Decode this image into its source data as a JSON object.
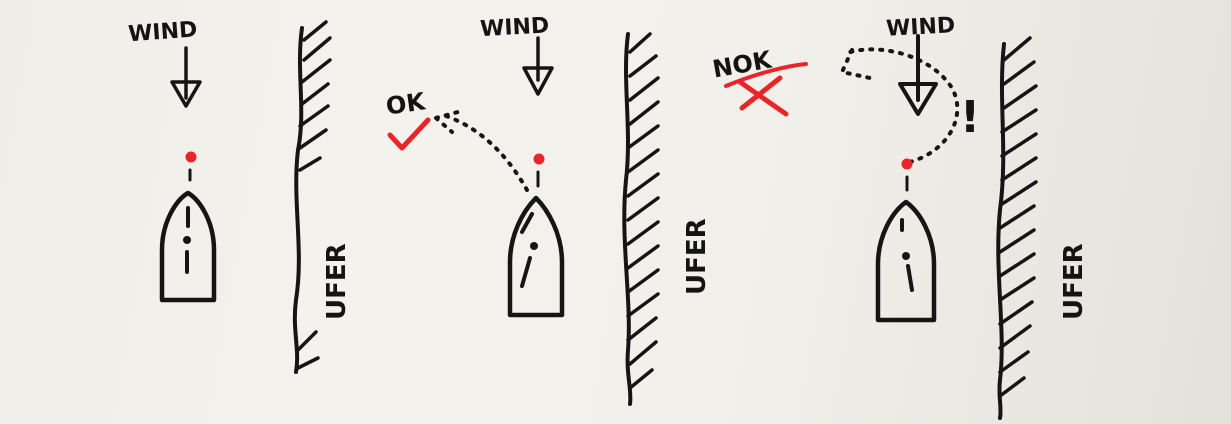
{
  "labels": {
    "wind": "WIND",
    "shore": "UFER",
    "ok": "OK",
    "nok": "NOK",
    "warning": "!"
  },
  "colors": {
    "ink": "#151515",
    "accent": "#e8262a",
    "paper": "#f1efe9"
  },
  "icons": {
    "wind_arrow": "arrow-down",
    "check": "check-mark",
    "cross": "x-mark",
    "buoy": "red-dot"
  }
}
